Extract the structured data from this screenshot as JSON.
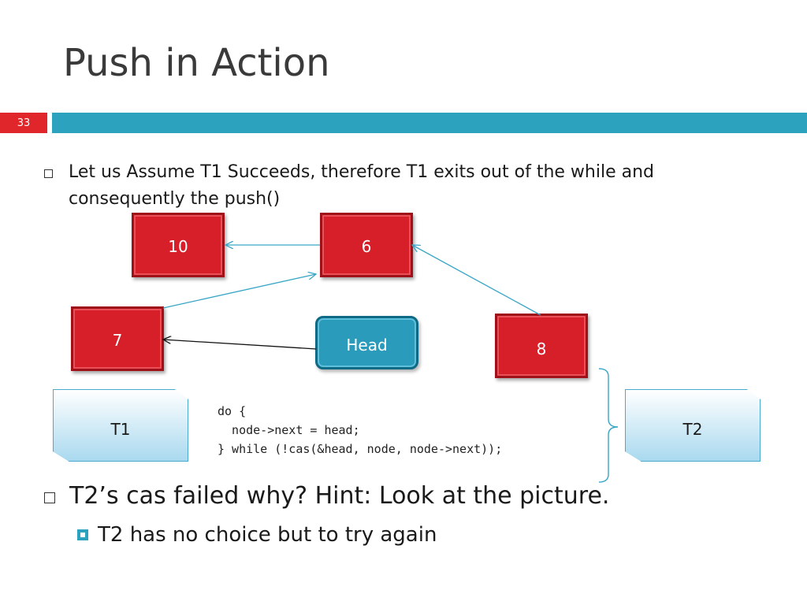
{
  "slide": {
    "title": "Push in Action",
    "number": "33"
  },
  "bullets": {
    "intro": "Let us Assume T1 Succeeds, therefore T1 exits out of the while and consequently the push()",
    "question": "T2’s cas failed why? Hint: Look at the picture.",
    "sub": "T2 has no choice but to try again"
  },
  "diagram": {
    "nodes": {
      "n10": "10",
      "n6": "6",
      "n7": "7",
      "n8": "8",
      "head": "Head"
    },
    "threads": {
      "t1": "T1",
      "t2": "T2"
    },
    "code_lines": [
      "do {",
      "  node->next = head;",
      "} while (!cas(&head, node, node->next));"
    ],
    "colors": {
      "node_red": "#d71f2a",
      "head_blue": "#2b9bbc",
      "accent_bar": "#2da2bf",
      "arrow_blue": "#3aa6c6"
    }
  }
}
